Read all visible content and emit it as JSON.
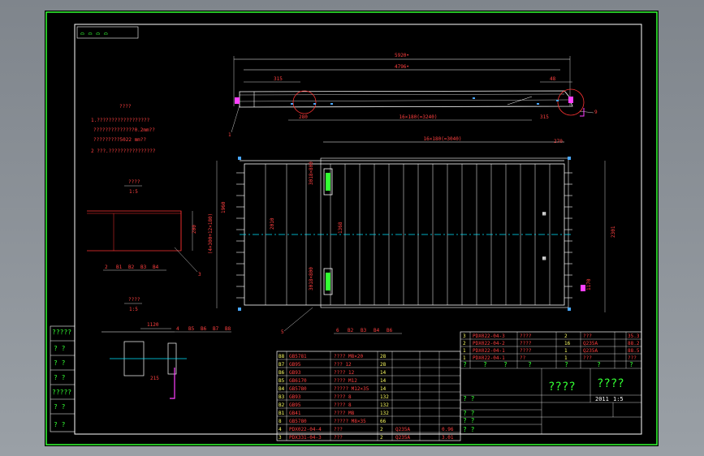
{
  "drawing": {
    "top_marks": "⌓ ⌓ ⌓ ⌓",
    "notes_title": "????",
    "notes": [
      "1.??????????????????",
      "??????????????0.2mm??",
      "?????????5022 mm??",
      "2  ???.????????????????"
    ],
    "dims": {
      "overall_top": "5920•",
      "top_inner": "4796•",
      "left_315": "315",
      "right_315": "315",
      "d280": "280",
      "d48": "48",
      "span": "16×180(=3240)",
      "plan_span": "16×180(=3040)",
      "d270": "270",
      "height_total": "(4×300+12×180)",
      "d1960": "1960",
      "d2010": "2010",
      "d1368": "1368",
      "d2301": "2301",
      "d1170": "1170",
      "d3018_a": "3018×800",
      "d3018_b": "3018×800",
      "d200": "200",
      "d1120": "1120",
      "d215": "215"
    },
    "callouts": {
      "top_1": "1",
      "top_9": "9",
      "plan_5": "5",
      "plan_list": [
        "6",
        "B2",
        "B3",
        "B4",
        "B6"
      ],
      "secA_list": [
        "2",
        "B1",
        "B2",
        "B3",
        "B4"
      ],
      "secA_3": "3",
      "secB_list": [
        "4",
        "B5",
        "B6",
        "B7",
        "B8"
      ]
    },
    "section_a": {
      "title": "????",
      "scale": "1:5"
    },
    "section_b": {
      "title": "????",
      "scale": "1:5"
    },
    "left_stamp": [
      "?????",
      "? ?",
      "? ?",
      "? ?",
      "?????",
      "? ?",
      "? ?"
    ]
  },
  "parts_list": {
    "rows": [
      {
        "no": "B8",
        "code": "GB5781",
        "name": "????  M8×20",
        "qty": "28"
      },
      {
        "no": "B7",
        "code": "GB95",
        "name": "???    12",
        "qty": "28"
      },
      {
        "no": "B6",
        "code": "GB93",
        "name": "????    12",
        "qty": "14"
      },
      {
        "no": "B5",
        "code": "GB6170",
        "name": "????    M12",
        "qty": "14"
      },
      {
        "no": "B4",
        "code": "GB5780",
        "name": "?????  M12×35",
        "qty": "14"
      },
      {
        "no": "B3",
        "code": "GB93",
        "name": "????    8",
        "qty": "132"
      },
      {
        "no": "B2",
        "code": "GB95",
        "name": "????    8",
        "qty": "132"
      },
      {
        "no": "B1",
        "code": "GB41",
        "name": "????    M8",
        "qty": "132"
      },
      {
        "no": "8",
        "code": "GB5780",
        "name": "?????  M8×35",
        "qty": "66"
      },
      {
        "no": "4",
        "code": "PDX022-04-4",
        "name": "???",
        "qty": "2",
        "mat": "Q235A",
        "mass": "0.96"
      },
      {
        "no": "3",
        "code": "PDX331-04-3",
        "name": "???",
        "qty": "2",
        "mat": "Q235A",
        "mass": "3.01"
      }
    ]
  },
  "title_block": {
    "rows": [
      {
        "no": "3",
        "code": "PDX022-04-3",
        "name": "????",
        "qty": "2",
        "mat": "???",
        "mass": "35.3"
      },
      {
        "no": "2",
        "code": "PDX022-04-2",
        "name": "????",
        "qty": "16",
        "mat": "Q235A",
        "mass": "88.2"
      },
      {
        "no": "1",
        "code": "PDX022-04-1",
        "name": "????",
        "qty": "1",
        "mat": "Q235A",
        "mass": "88.5"
      },
      {
        "no": "1",
        "code": "PDX022-04-1",
        "name": "??",
        "qty": "1",
        "mat": "???",
        "mass": "???"
      }
    ],
    "header": [
      "?",
      "?",
      "?",
      "?",
      "?",
      "?",
      "?"
    ],
    "main_title": "????",
    "sub_title": "????",
    "scale": "1:5",
    "year": "2011",
    "sign_rows": [
      "? ?",
      "? ?",
      "? ?",
      "? ?"
    ]
  }
}
